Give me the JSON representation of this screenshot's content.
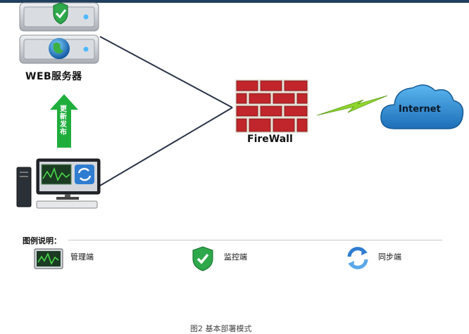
{
  "nodes": {
    "web_server": "WEB服务器",
    "firewall": "FireWall",
    "internet": "Internet",
    "publish_arrow": "更新发布"
  },
  "legend": {
    "title": "图例说明：",
    "items": [
      {
        "label": "管理端",
        "icon": "monitor-icon"
      },
      {
        "label": "监控端",
        "icon": "shield-check-icon"
      },
      {
        "label": "同步端",
        "icon": "sync-icon"
      }
    ]
  },
  "caption": "图2 基本部署模式",
  "colors": {
    "topbar": "#1f3f5c",
    "line": "#2a3347",
    "arrow": "#1fae3c",
    "brick": "#c0262b",
    "cloud": "#2f8fd4",
    "bolt": "#8fd62c"
  }
}
